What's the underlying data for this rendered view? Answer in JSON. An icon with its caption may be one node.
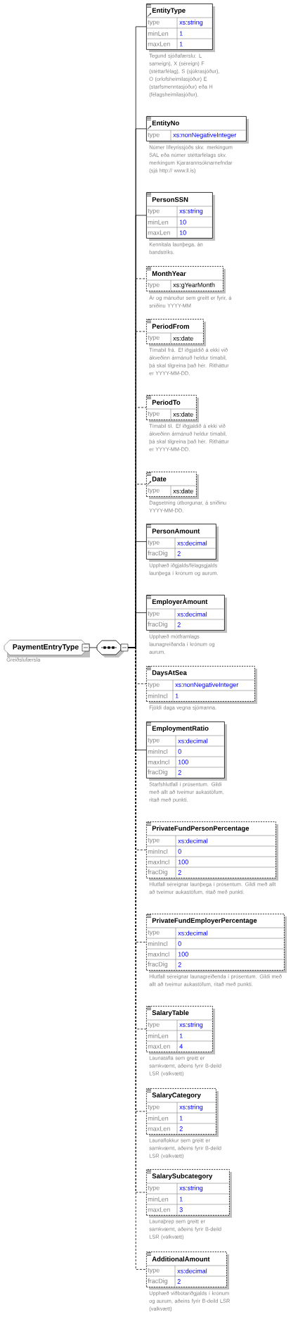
{
  "diagram": {
    "nodes": [
      {
        "text": [
          "PaymentEntryType"
        ],
        "beside": [
          "Greiðslufærsla"
        ]
      },
      {
        "text": [],
        "shape": "octagon"
      },
      {
        "text": [
          "EntityType",
          "type",
          "xs:string",
          "minLen",
          "1",
          "maxLen",
          "1"
        ],
        "beside": [
          "Tegund sjóðafærslu: L sameign), X (séreign) F (stéttarfélag), S (sjúkrasjóður), O (orlofsheimilasjóður) E (starfsmenntasjóður) eða H (félagsheimilasjóður)."
        ]
      },
      {
        "text": [
          "EntityNo",
          "type",
          "xs:nonNegativeInteger"
        ],
        "beside": [
          "Númer lífeyrissjóðs skv. merkingum SAL eða númer stéttarfélags skv. merkingum Kjararannsóknarnefndar (sjá http:// www.ll.is)"
        ]
      },
      {
        "text": [
          "PersonSSN",
          "type",
          "xs:string",
          "minLen",
          "10",
          "maxLen",
          "10"
        ],
        "beside": [
          "Kennitala launþega, án bandstriks."
        ]
      },
      {
        "text": [
          "MonthYear",
          "type",
          "xs:gYearMonth"
        ],
        "beside": [
          "Ár og mánuður sem greitt er fyrir, á sniðinu YYYY-MM"
        ]
      },
      {
        "text": [
          "PeriodFrom",
          "type",
          "xs:date"
        ],
        "beside": [
          "Tímabil frá. Ef iðgjaldið á ekki við ákveðinn ármánuð heldur tímabil, þá skal tilgreina það hér. Ritháttur er YYYY-MM-DD."
        ]
      },
      {
        "text": [
          "PeriodTo",
          "type",
          "xs:date"
        ],
        "beside": [
          "Tímabil til. Ef iðgjaldið á ekki við ákveðinn ármánuð heldur tímabil, þá skal tilgreina það hér. Ritháttur er YYYY-MM-DD."
        ]
      },
      {
        "text": [
          "Date",
          "type",
          "xs:date"
        ],
        "beside": [
          "Dagsetning útborgunar, á sniðinu YYYY-MM-DD."
        ]
      },
      {
        "text": [
          "PersonAmount",
          "type",
          "xs:decimal",
          "fracDig",
          "2"
        ],
        "beside": [
          "Upphæð iðgjalds/félagsgjalds launþega í krónum og aurum."
        ]
      },
      {
        "text": [
          "EmployerAmount",
          "type",
          "xs:decimal",
          "fracDig",
          "2"
        ],
        "beside": [
          "Upphæð mótframlags launagreiðanda í krónum og aurum."
        ]
      },
      {
        "text": [
          "DaysAtSea",
          "type",
          "xs:nonNegativeInteger",
          "minIncl",
          "1"
        ],
        "beside": [
          "Fjöldi daga vegna sjómanna."
        ]
      },
      {
        "text": [
          "EmploymentRatio",
          "type",
          "xs:decimal",
          "minIncl",
          "0",
          "maxIncl",
          "100",
          "fracDig",
          "2"
        ],
        "beside": [
          "Starfshlutfall í prósentum. Gildi með allt að tveimur aukastöfum, ritað með punkti."
        ]
      },
      {
        "text": [
          "PrivateFundPersonPercentage",
          "type",
          "xs:decimal",
          "minIncl",
          "0",
          "maxIncl",
          "100",
          "fracDig",
          "2"
        ],
        "beside": [
          "Hlutfall séreignar launþega í prósentum. Gildi með allt að tveimur aukastöfum, ritað með punkti."
        ]
      },
      {
        "text": [
          "PrivateFundEmployerPercentage",
          "type",
          "xs:decimal",
          "minIncl",
          "0",
          "maxIncl",
          "100",
          "fracDig",
          "2"
        ],
        "beside": [
          "Hlutfall séreignar launagreiðenda í prósentum. Gildi með allt að tveimur aukastöfum, ritað með punkti."
        ]
      },
      {
        "text": [
          "SalaryTable",
          "type",
          "xs:string",
          "minLen",
          "1",
          "maxLen",
          "4"
        ],
        "beside": [
          "Launatafla sem greitt er samkvæmt, aðeins fyrir B-deild LSR (valkvætt)"
        ]
      },
      {
        "text": [
          "SalaryCategory",
          "type",
          "xs:string",
          "minLen",
          "1",
          "maxLen",
          "2"
        ],
        "beside": [
          "Launaflokkur sem greitt er samkvæmt, aðeins fyrir B-deild LSR (valkvætt)"
        ]
      },
      {
        "text": [
          "SalarySubcategory",
          "type",
          "xs:string",
          "minLen",
          "1",
          "maxLen",
          "3"
        ],
        "beside": [
          "Launaþrep sem greitt er samkvæmt, aðeins fyrir B-deild LSR (valkvætt)"
        ]
      },
      {
        "text": [
          "AdditionalAmount",
          "type",
          "xs:decimal",
          "fracDig",
          "2"
        ],
        "beside": [
          "Upphæð viðbótariðgjalds í krónum og aurum, aðeins fyrir B-deild LSR (valkvætt)"
        ]
      }
    ],
    "edges": [
      {
        "from": 0,
        "to": 1,
        "arrow": "none"
      },
      {
        "from": 1,
        "to": 2,
        "arrow": "none"
      },
      {
        "from": 1,
        "to": 3,
        "arrow": "none"
      },
      {
        "from": 1,
        "to": 4,
        "arrow": "none"
      },
      {
        "from": 1,
        "to": 5,
        "arrow": "none",
        "style": "dashed"
      },
      {
        "from": 1,
        "to": 6,
        "arrow": "none",
        "style": "dashed"
      },
      {
        "from": 1,
        "to": 7,
        "arrow": "none",
        "style": "dashed"
      },
      {
        "from": 1,
        "to": 8,
        "arrow": "none",
        "style": "dashed"
      },
      {
        "from": 1,
        "to": 9,
        "arrow": "none"
      },
      {
        "from": 1,
        "to": 10,
        "arrow": "none"
      },
      {
        "from": 1,
        "to": 11,
        "arrow": "none",
        "style": "dashed"
      },
      {
        "from": 1,
        "to": 12,
        "arrow": "none"
      },
      {
        "from": 1,
        "to": 13,
        "arrow": "none",
        "style": "dashed"
      },
      {
        "from": 1,
        "to": 14,
        "arrow": "none",
        "style": "dashed"
      },
      {
        "from": 1,
        "to": 15,
        "arrow": "none",
        "style": "dashed"
      },
      {
        "from": 1,
        "to": 16,
        "arrow": "none",
        "style": "dashed"
      },
      {
        "from": 1,
        "to": 17,
        "arrow": "none",
        "style": "dashed"
      },
      {
        "from": 1,
        "to": 18,
        "arrow": "none",
        "style": "dashed"
      }
    ]
  }
}
